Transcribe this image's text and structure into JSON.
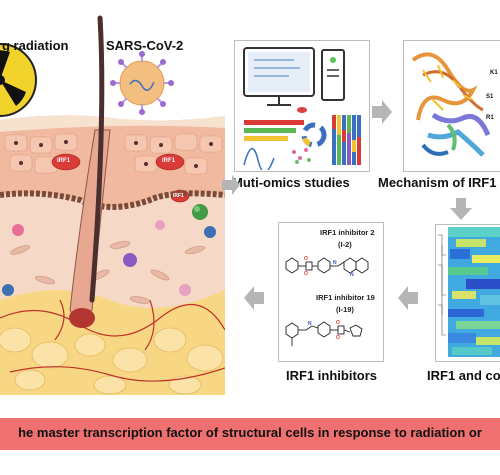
{
  "labels": {
    "radiation": "g radiation",
    "virus": "SARS-CoV-2",
    "omics": "Muti-omics studies",
    "mechanism": "Mechanism of IRF1",
    "inhibitors": "IRF1 inhibitors",
    "irf1_and": "IRF1 and co",
    "tagline": "he master transcription factor of structural cells in response to radiation or"
  },
  "cell_labels": [
    "IRF1",
    "IRF1",
    "IRF1"
  ],
  "protein_labels": [
    "K1",
    "S1",
    "R1"
  ],
  "inhibitors": {
    "compound1_name": "IRF1 inhibitor 2",
    "compound1_code": "(I-2)",
    "compound2_name": "IRF1 inhibitor 19",
    "compound2_code": "(I-19)"
  },
  "colors": {
    "banner": "#ef7070",
    "arrow": "#b5b5b5",
    "hazard": "#f2d32b",
    "skin": "#f3c3a3",
    "fat": "#f7d27a",
    "hair": "#4a2f2f"
  }
}
